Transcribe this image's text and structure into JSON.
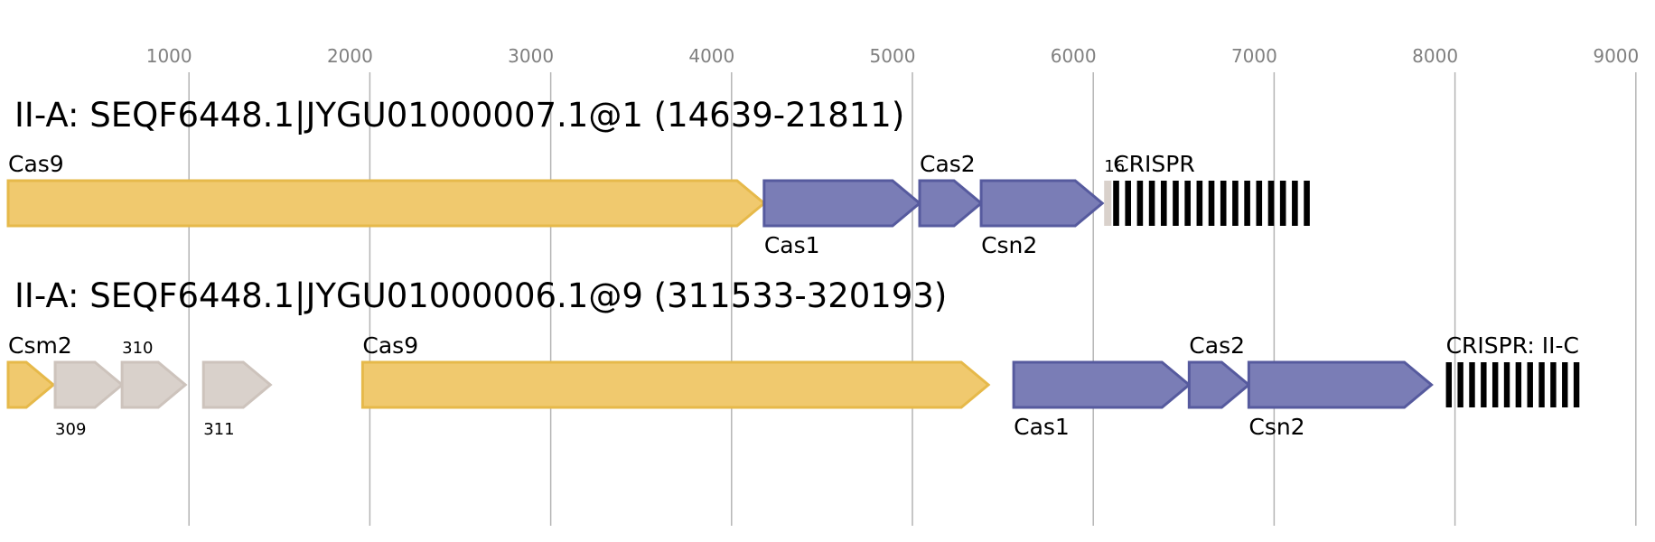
{
  "colors": {
    "cas9": "#f0c96e",
    "cas9_stroke": "#e6b94a",
    "adaptation": "#7a7db6",
    "adaptation_stroke": "#565a9e",
    "other": "#d9d1cb",
    "other_stroke": "#cdc3bc",
    "crispr_bar": "#000000",
    "crispr_gap": "#ffffff",
    "grid": "#b4b4b4",
    "tick_text": "#808080"
  },
  "axis": {
    "ticks": [
      "1000",
      "2000",
      "3000",
      "4000",
      "5000",
      "6000",
      "7000",
      "8000",
      "9000"
    ]
  },
  "loci": [
    {
      "title": "II-A: SEQF6448.1|JYGU01000007.1@1 (14639-21811)",
      "genes": [
        {
          "label": "Cas9",
          "label_pos": "above",
          "start": 0,
          "end": 4180,
          "type": "cas9"
        },
        {
          "label": "Cas1",
          "label_pos": "below",
          "start": 4180,
          "end": 5040,
          "type": "adaptation"
        },
        {
          "label": "Cas2",
          "label_pos": "above",
          "start": 5040,
          "end": 5380,
          "type": "adaptation"
        },
        {
          "label": "Csn2",
          "label_pos": "below",
          "start": 5380,
          "end": 6050,
          "type": "adaptation"
        }
      ],
      "small_feature": {
        "label": "16",
        "start": 6060,
        "end": 6100
      },
      "crispr": {
        "label": "CRISPR",
        "start": 6110,
        "end": 7230,
        "repeats": 17
      }
    },
    {
      "title": "II-A: SEQF6448.1|JYGU01000006.1@9 (311533-320193)",
      "genes": [
        {
          "label": "Csm2",
          "label_pos": "above",
          "start": 0,
          "end": 250,
          "type": "cas9"
        },
        {
          "label": "309",
          "label_pos": "below-small",
          "start": 260,
          "end": 630,
          "type": "other"
        },
        {
          "label": "310",
          "label_pos": "above-small",
          "start": 630,
          "end": 980,
          "type": "other"
        },
        {
          "label": "311",
          "label_pos": "below-small",
          "start": 1080,
          "end": 1450,
          "type": "other"
        },
        {
          "label": "Cas9",
          "label_pos": "above",
          "start": 1960,
          "end": 5420,
          "type": "cas9"
        },
        {
          "label": "Cas1",
          "label_pos": "below",
          "start": 5560,
          "end": 6530,
          "type": "adaptation"
        },
        {
          "label": "Cas2",
          "label_pos": "above",
          "start": 6530,
          "end": 6860,
          "type": "adaptation"
        },
        {
          "label": "Csn2",
          "label_pos": "below",
          "start": 6860,
          "end": 7870,
          "type": "adaptation"
        }
      ],
      "crispr": {
        "label": "CRISPR: II-C",
        "start": 7950,
        "end": 8720,
        "repeats": 12
      }
    }
  ]
}
